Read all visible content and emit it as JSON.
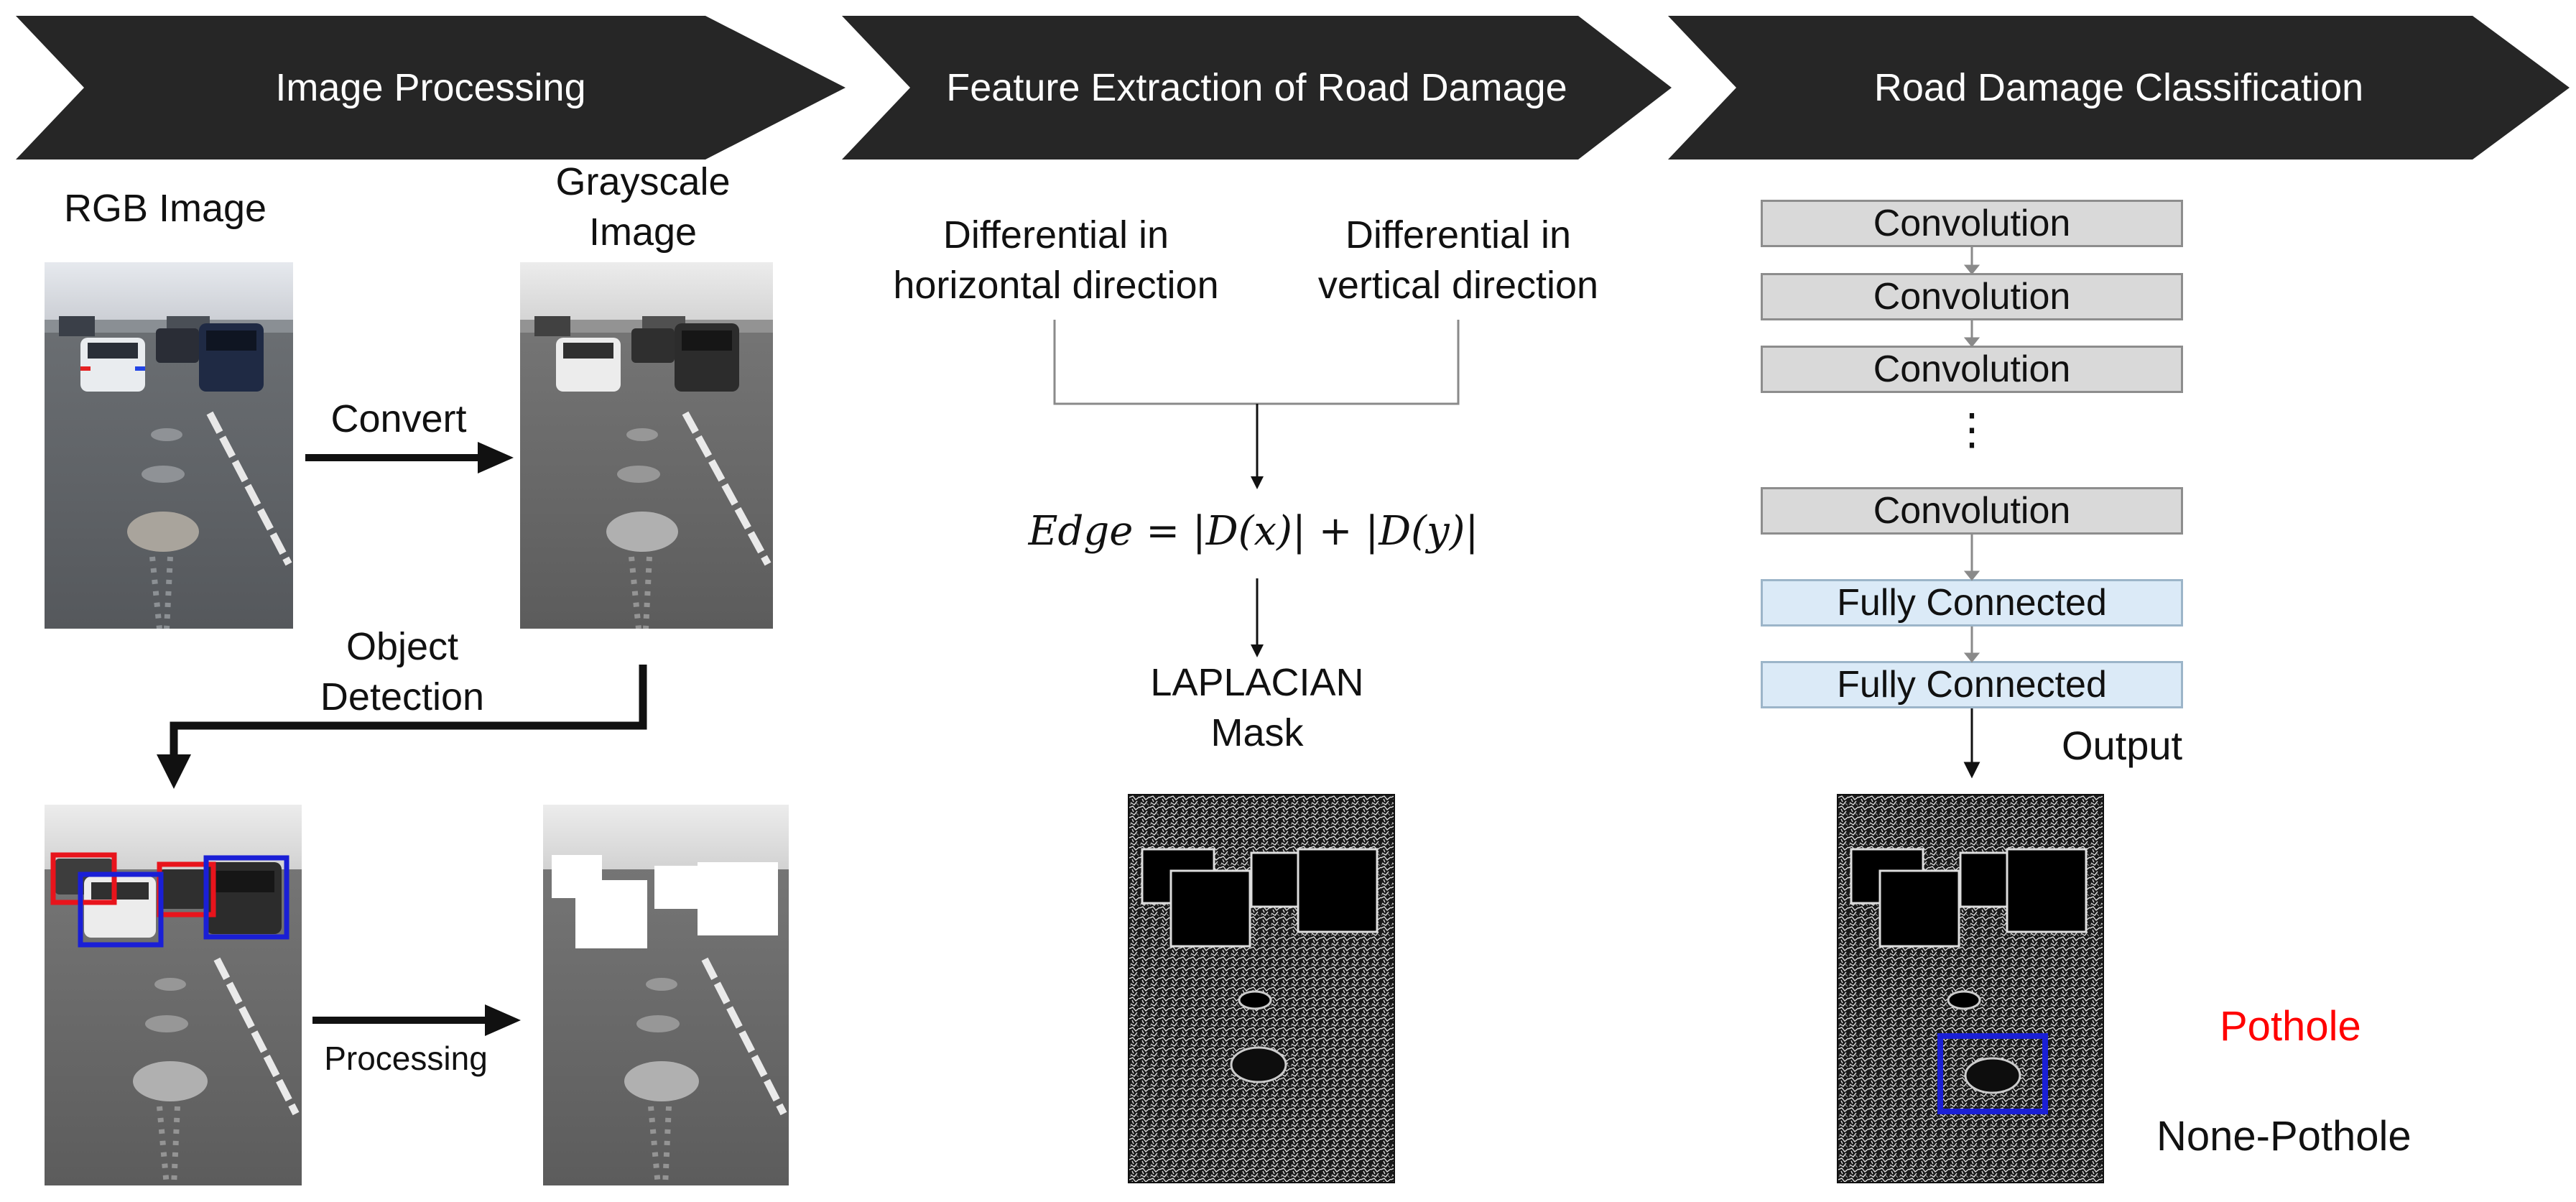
{
  "stages": [
    {
      "label": "Image Processing"
    },
    {
      "label": "Feature Extraction of Road Damage"
    },
    {
      "label": "Road Damage Classification"
    }
  ],
  "image_processing": {
    "rgb_label": "RGB Image",
    "grayscale_label": "Grayscale\nImage",
    "convert_label": "Convert",
    "object_detection_label": "Object\nDetection",
    "processing_label": "Processing"
  },
  "feature_extraction": {
    "horizontal_label": "Differential in\nhorizontal direction",
    "vertical_label": "Differential in\nvertical direction",
    "formula": "Edge = |D(x)| + |D(y)|",
    "mask_label": "LAPLACIAN\nMask"
  },
  "classification": {
    "layers": [
      "Convolution",
      "Convolution",
      "Convolution",
      "Convolution",
      "Fully Connected",
      "Fully Connected"
    ],
    "ellipsis": "⋮",
    "output_label": "Output",
    "pothole_label": "Pothole",
    "none_pothole_label": "None-Pothole"
  },
  "colors": {
    "banner": "#262626",
    "detection_red": "#e8141c",
    "detection_blue": "#1a1fd6",
    "pothole_text": "#ff0000"
  }
}
